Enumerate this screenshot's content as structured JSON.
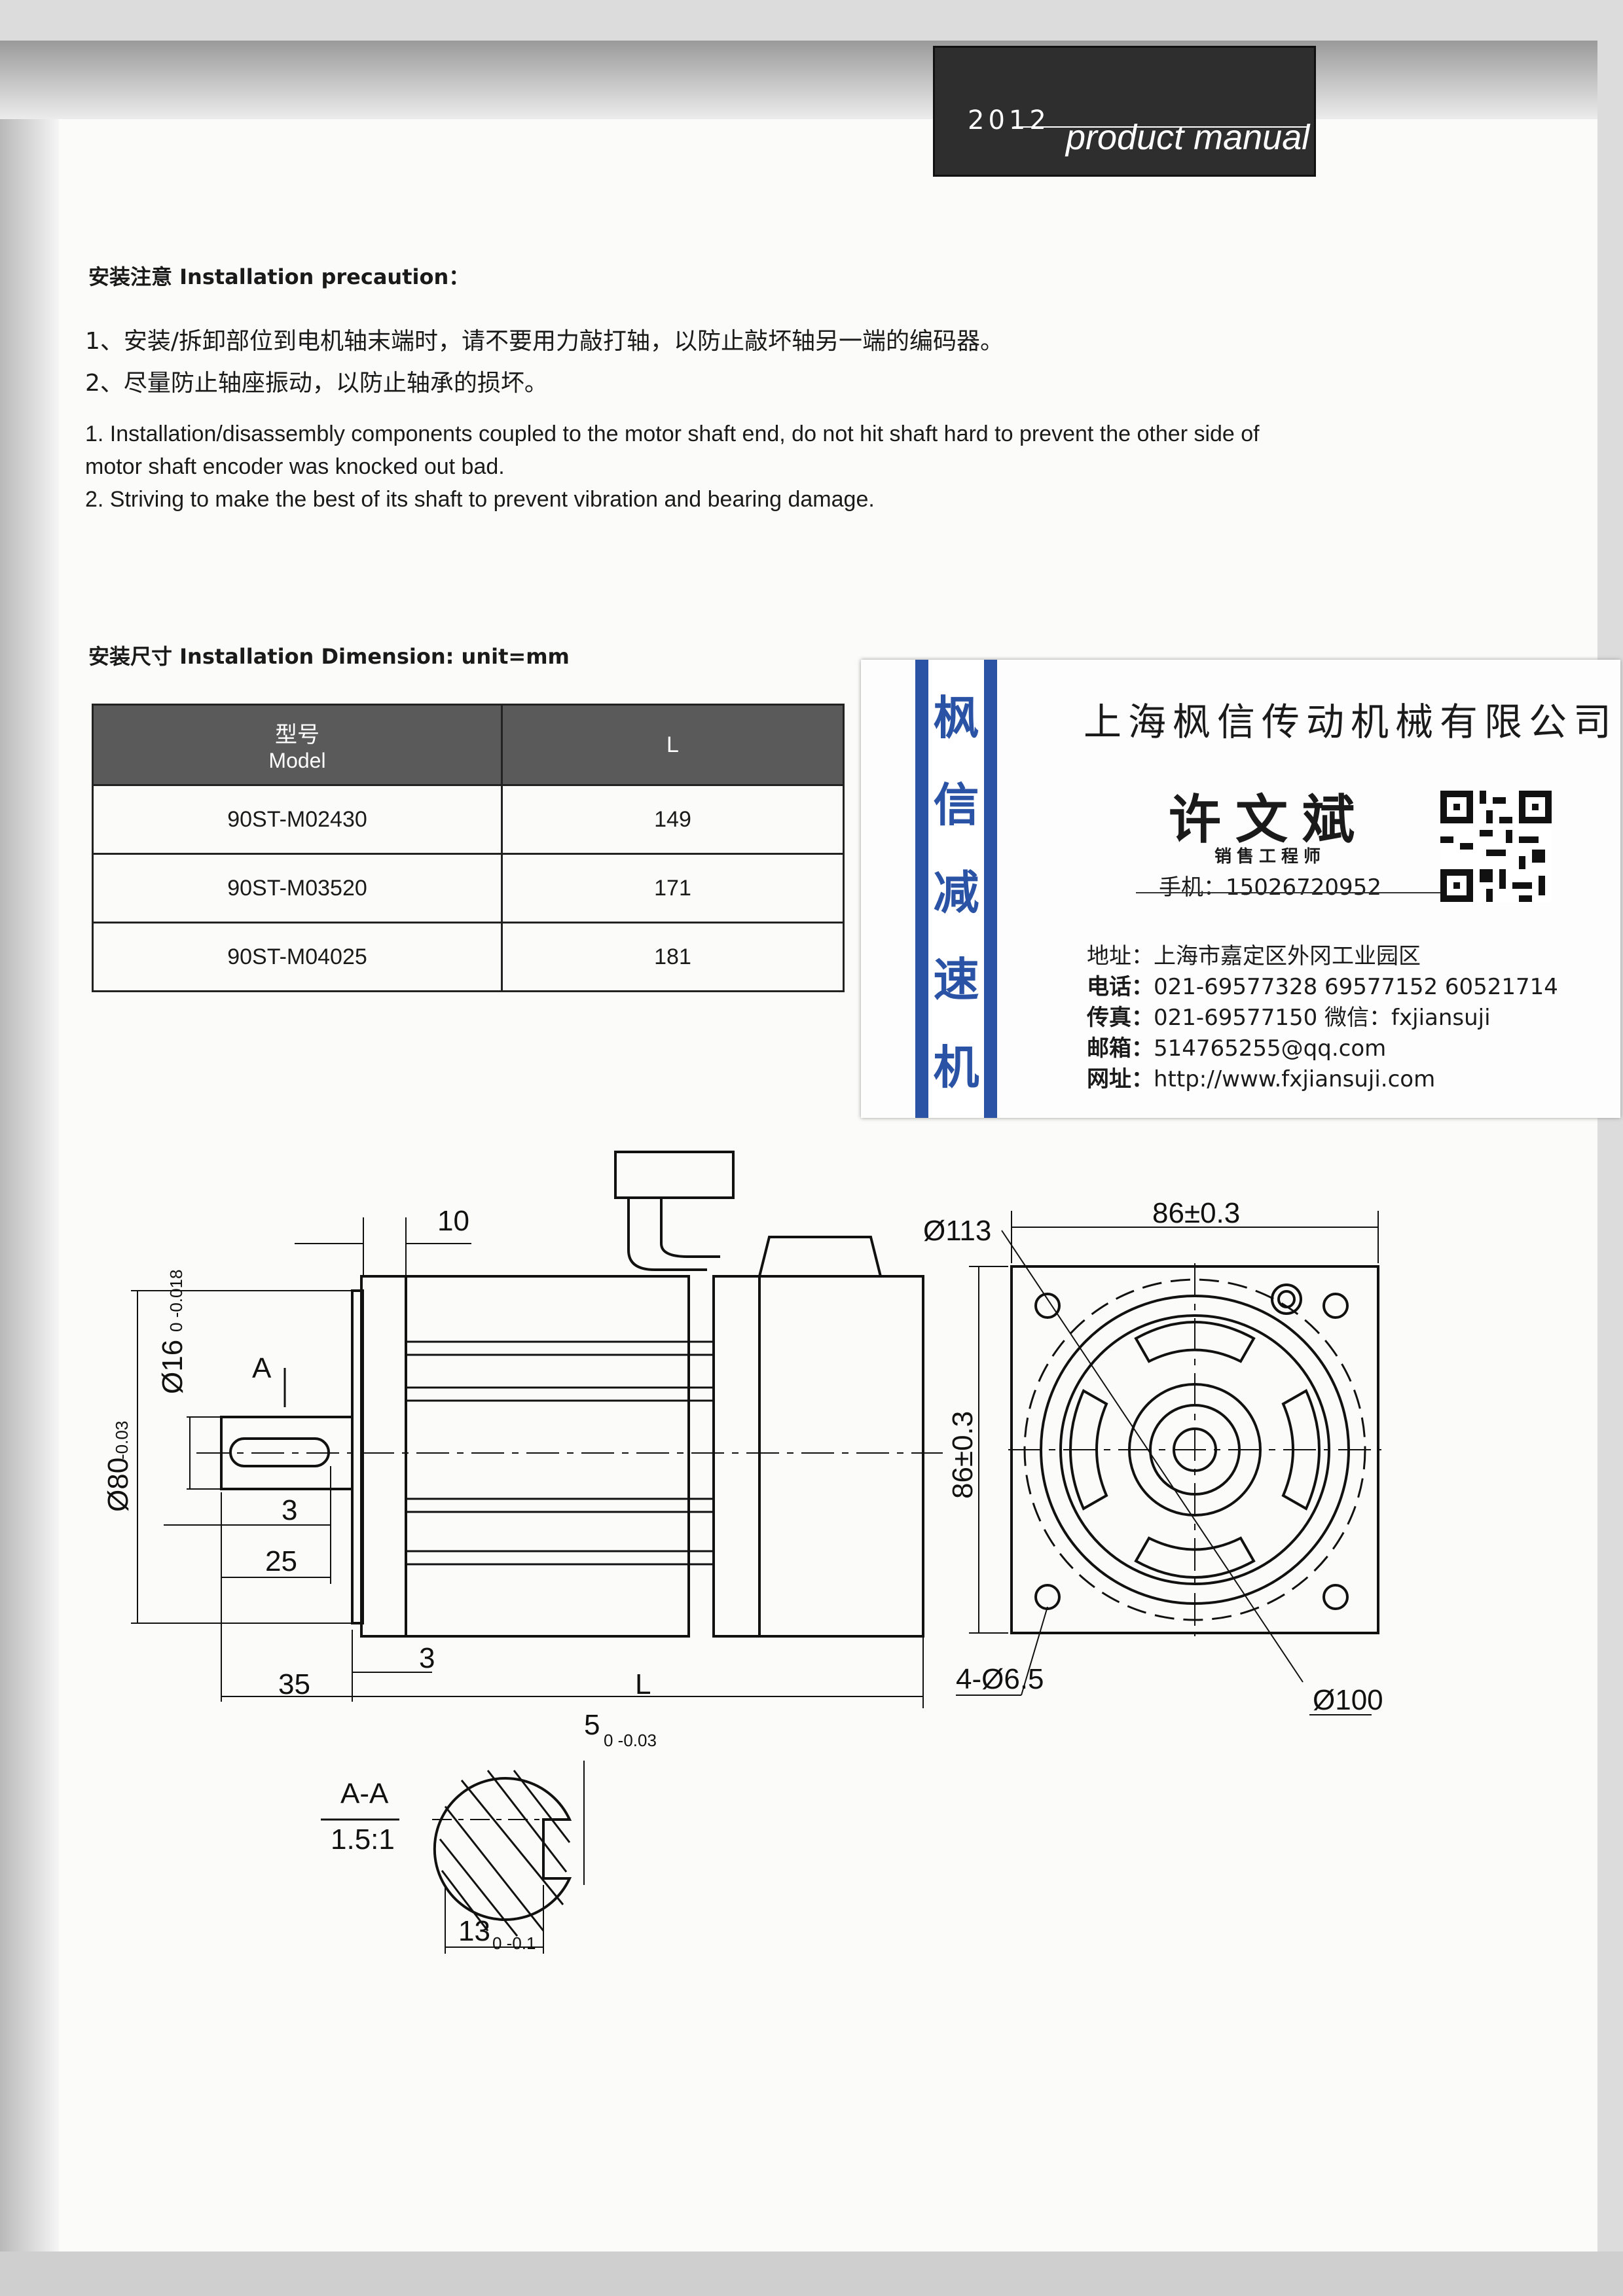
{
  "header": {
    "year": "2012",
    "title": "product manual"
  },
  "precaution": {
    "heading": "安装注意 Installation precaution：",
    "cn_1": "1、安装/拆卸部位到电机轴末端时，请不要用力敲打轴，以防止敲坏轴另一端的编码器。",
    "cn_2": "2、尽量防止轴座振动，以防止轴承的损坏。",
    "en_1a": "1. Installation/disassembly components coupled to the motor shaft end, do not hit shaft hard to prevent the other side of",
    "en_1b": "motor shaft encoder was knocked out bad.",
    "en_2": "2. Striving to make the best of its shaft to prevent vibration and bearing damage."
  },
  "dimension": {
    "heading": "安装尺寸 Installation Dimension: unit=mm",
    "col_model_cn": "型号",
    "col_model_en": "Model",
    "col_l": "L",
    "rows": [
      {
        "model": "90ST-M02430",
        "l": "149"
      },
      {
        "model": "90ST-M03520",
        "l": "171"
      },
      {
        "model": "90ST-M04025",
        "l": "181"
      }
    ]
  },
  "card": {
    "band_chars": [
      "枫",
      "信",
      "减",
      "速",
      "机"
    ],
    "company": "上海枫信传动机械有限公司",
    "name": "许文斌",
    "role": "销售工程师",
    "mobile": "手机：15026720952",
    "address": "地址：上海市嘉定区外冈工业园区",
    "phone_label": "电话：",
    "phone": "021-69577328   69577152   60521714",
    "fax_label": "传真：",
    "fax": "021-69577150    微信：fxjiansuji",
    "email_label": "邮箱：",
    "email": "514765255@qq.com",
    "web_label": "网址：",
    "web": "http://www.fxjiansuji.com",
    "brand_color": "#2a53a6"
  },
  "drawing": {
    "dim_10": "10",
    "dim_phi113": "Ø113",
    "dim_86": "86±0.3",
    "dim_86v": "86±0.3",
    "dim_phi16": "Ø16",
    "dim_phi16_tol": "0 -0.018",
    "dim_phi80": "Ø80",
    "dim_phi80_tol": "-0.03",
    "label_A": "A",
    "dim_3a": "3",
    "dim_25": "25",
    "dim_3b": "3",
    "dim_35": "35",
    "dim_L": "L",
    "dim_4phi": "4-Ø6.5",
    "dim_phi100": "Ø100",
    "section_label": "A-A",
    "section_scale": "1.5:1",
    "dim_5": "5",
    "dim_5_tol": "0 -0.03",
    "dim_13": "13",
    "dim_13_tol": "0 -0.1"
  }
}
